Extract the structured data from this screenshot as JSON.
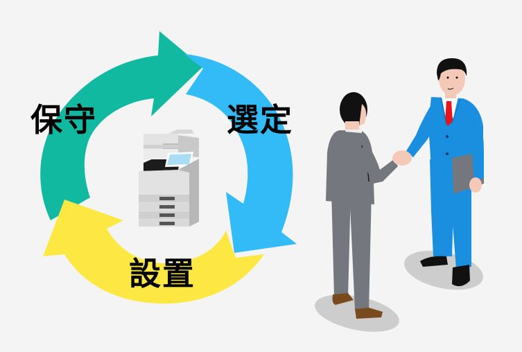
{
  "diagram": {
    "title": "Copier lifecycle cycle",
    "stages": [
      {
        "label": "選定",
        "color": "#33bbf7",
        "position": "right"
      },
      {
        "label": "設置",
        "color": "#fde843",
        "position": "bottom"
      },
      {
        "label": "保守",
        "color": "#11b9a0",
        "position": "left"
      }
    ],
    "center_icon": "copier-icon",
    "illustration": "business-handshake"
  },
  "colors": {
    "background": "#f4f4f4",
    "teal": "#11b9a0",
    "blue": "#33bbf7",
    "yellow": "#fde843",
    "suit_blue": "#1a8fe0",
    "suit_gray": "#75777f",
    "tie_red": "#e8141c",
    "shadow": "#cdcdcd"
  }
}
